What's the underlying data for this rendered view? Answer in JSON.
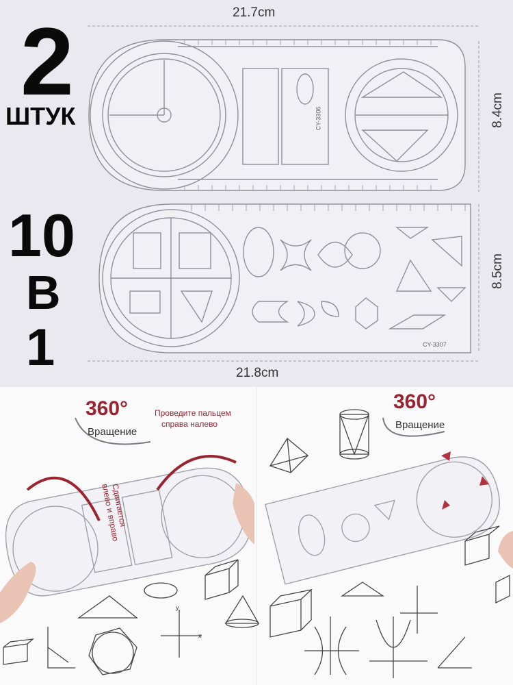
{
  "headline": {
    "count_number": "2",
    "count_word": "ШТУК",
    "set_number": "10",
    "set_in": "В",
    "set_one": "1"
  },
  "dimensions": {
    "top_width": "21.7cm",
    "top_height": "8.4cm",
    "bottom_height": "8.5cm",
    "bottom_width": "21.8cm"
  },
  "ruler_codes": {
    "ruler_1": "CY-3306",
    "ruler_2": "CY-3307"
  },
  "left_demo": {
    "angle": "360°",
    "rotation_label": "Вращение",
    "swipe_hint_line1": "Проведите пальцем",
    "swipe_hint_line2": "справа налево",
    "slide_hint_line1": "Сдвигается",
    "slide_hint_line2": "влево и вправо"
  },
  "right_demo": {
    "angle": "360°",
    "rotation_label": "Вращение"
  },
  "axis_labels": {
    "y": "y",
    "x": "x"
  },
  "colors": {
    "accent_red": "#9a2431",
    "ink": "#0a0a0a",
    "background_top": "#e9e9ef",
    "ruler_line": "#8f8f99"
  }
}
